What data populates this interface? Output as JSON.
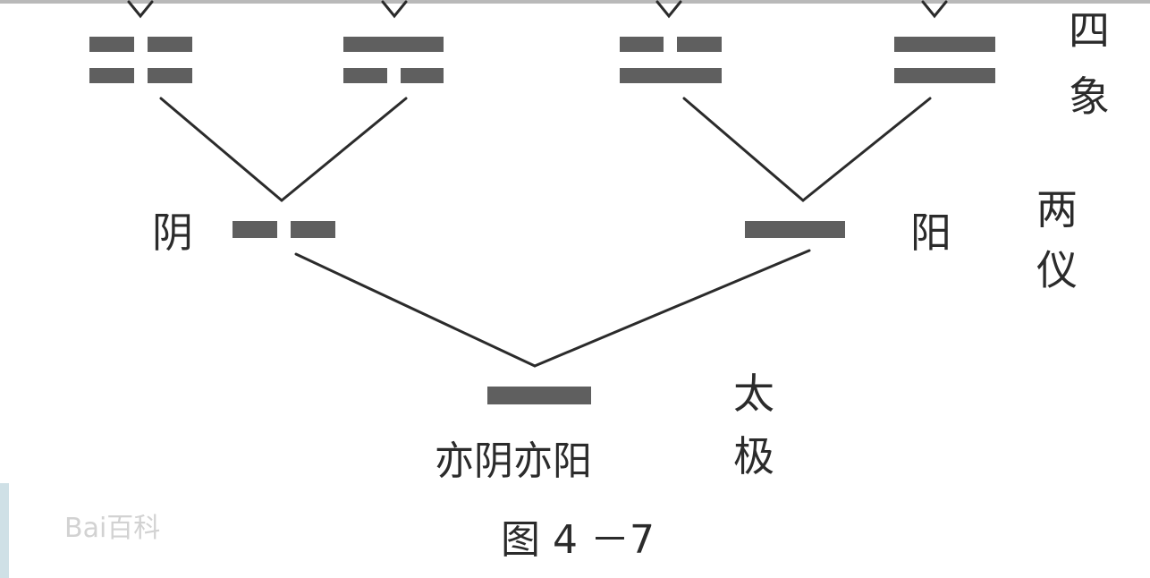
{
  "diagram": {
    "labels": {
      "sixiang": "四象",
      "liangyi": "两仪",
      "taiji": "太极",
      "yin": "阴",
      "yang": "阳",
      "taiji_desc": "亦阴亦阳"
    },
    "caption": "图 4 －7",
    "watermark": "Bai百科",
    "colors": {
      "line_bar": "#5f5f5f",
      "text": "#2b2b2b",
      "background": "#ffffff"
    }
  }
}
